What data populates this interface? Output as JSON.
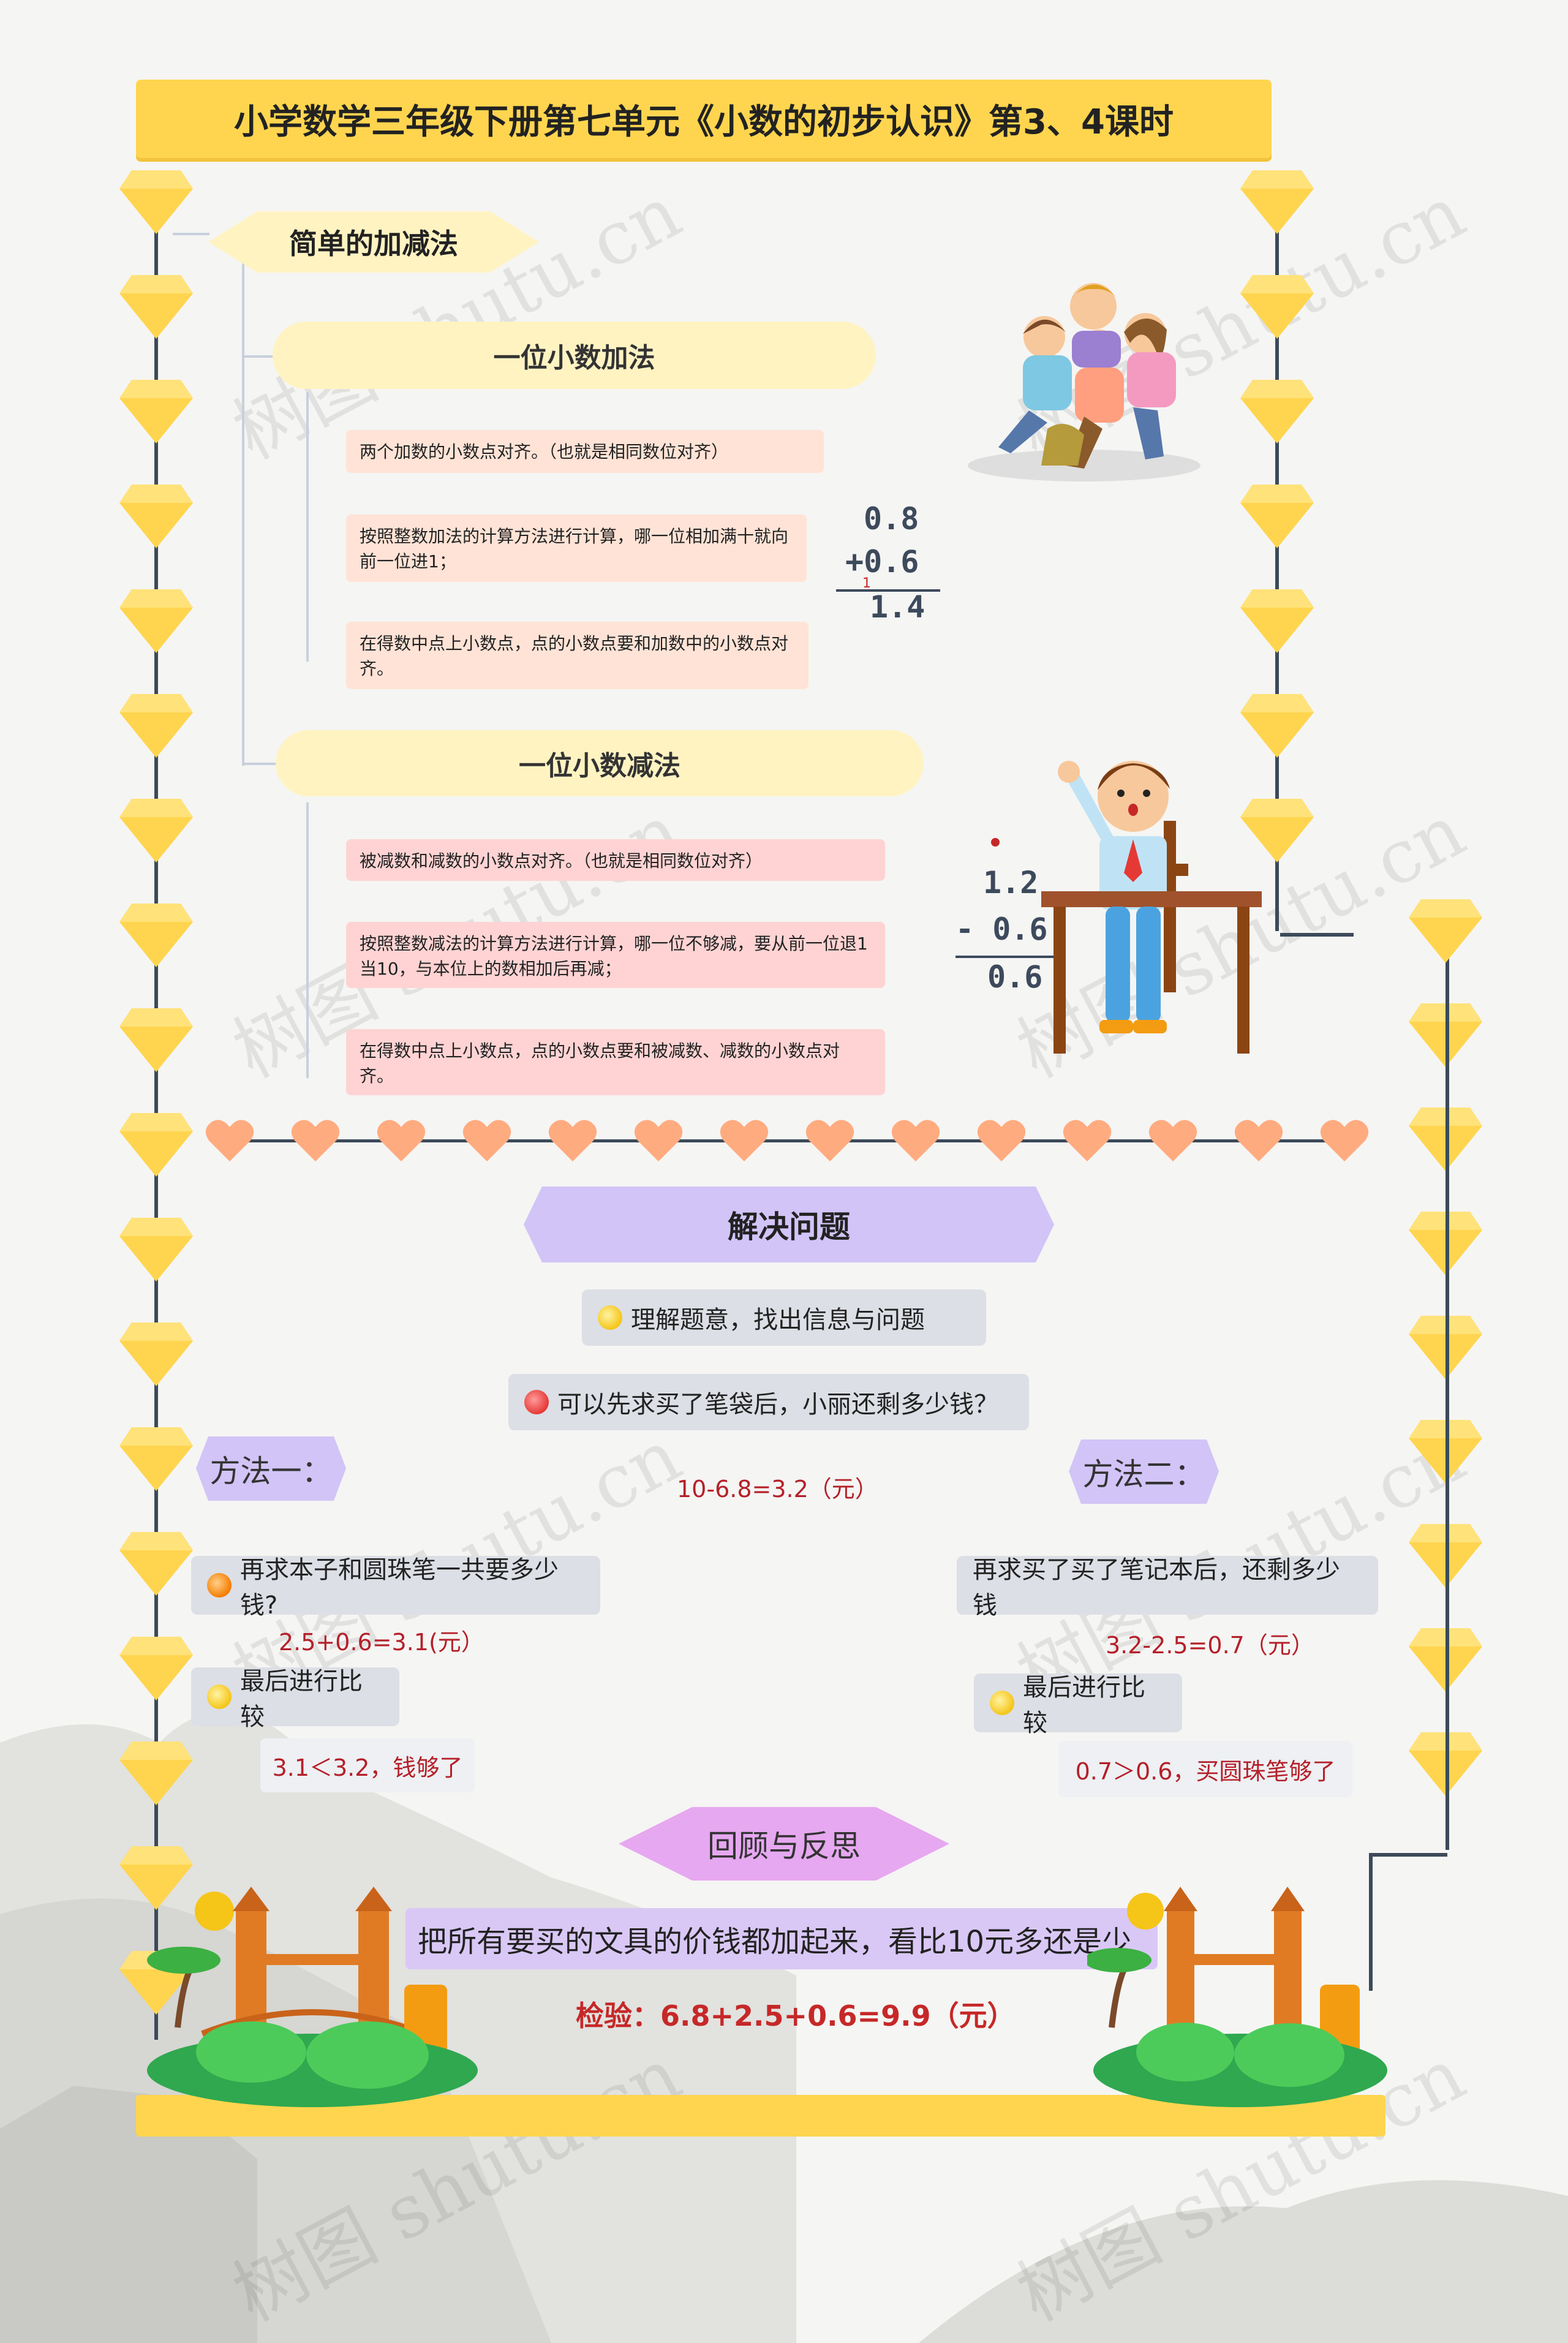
{
  "title": "小学数学三年级下册第七单元《小数的初步认识》第3、4课时",
  "root": "简单的加减法",
  "addition": {
    "heading": "一位小数加法",
    "notes": [
      "两个加数的小数点对齐。（也就是相同数位对齐）",
      "按照整数加法的计算方法进行计算，哪一位相加满十就向前一位进1；",
      "在得数中点上小数点，点的小数点要和加数中的小数点对齐。"
    ],
    "calc": {
      "a": "0.8",
      "b": "+0.6",
      "carry": "1",
      "result": "1.4"
    }
  },
  "subtraction": {
    "heading": "一位小数减法",
    "notes": [
      "被减数和减数的小数点对齐。（也就是相同数位对齐）",
      "按照整数减法的计算方法进行计算，哪一位不够减，要从前一位退1当10，与本位上的数相加后再减；",
      "在得数中点上小数点，点的小数点要和被减数、减数的小数点对齐。"
    ],
    "calc": {
      "a": "1.2",
      "b": "- 0.6",
      "result": "0.6"
    }
  },
  "solve": {
    "heading": "解决问题",
    "understand": "理解题意，找出信息与问题",
    "first_step": "可以先求买了笔袋后，小丽还剩多少钱？",
    "first_formula": "10-6.8=3.2（元）",
    "method1": {
      "label": "方法一：",
      "question": "再求本子和圆珠笔一共要多少钱?",
      "formula": "2.5+0.6=3.1(元）",
      "compare": "最后进行比较",
      "result": "3.1＜3.2，钱够了"
    },
    "method2": {
      "label": "方法二：",
      "question": "再求买了买了笔记本后，还剩多少钱",
      "formula": "3.2-2.5=0.7（元）",
      "compare": "最后进行比较",
      "result": "0.7＞0.6，买圆珠笔够了"
    }
  },
  "review": {
    "heading": "回顾与反思",
    "text": "把所有要买的文具的价钱都加起来，看比10元多还是少",
    "check": "检验：6.8+2.5+0.6=9.9（元）"
  },
  "watermark": "树图 shutu.cn",
  "colors": {
    "accent_yellow": "#ffd54f",
    "line": "#3c4a59",
    "heart": "#ffab80",
    "purple": "#d9c8f5"
  }
}
